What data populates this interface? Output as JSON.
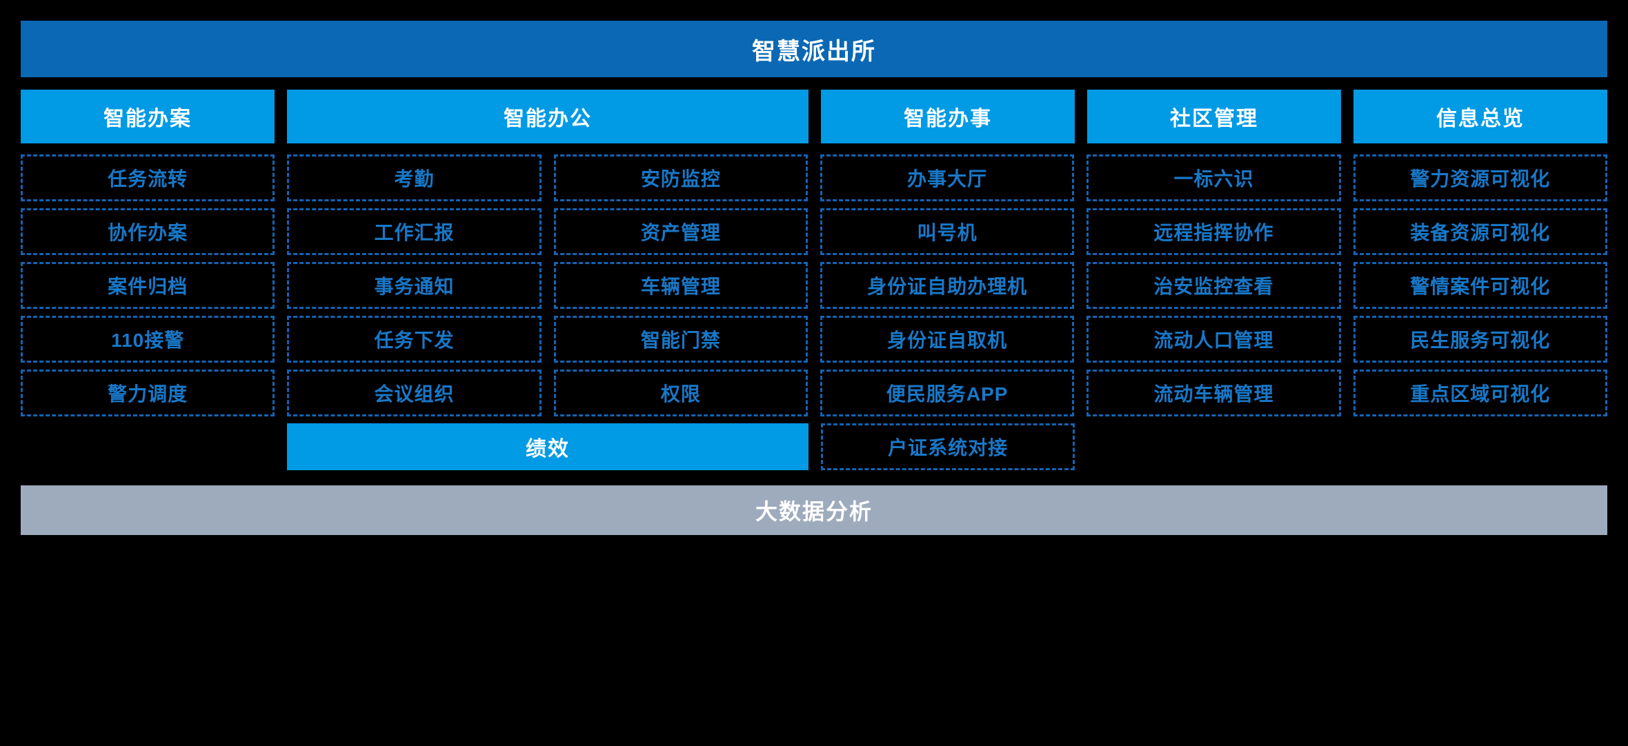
{
  "header": {
    "title": "智慧派出所",
    "title_bg": "#0a68b4",
    "title_color": "#ffffff"
  },
  "theme": {
    "background": "#000000",
    "category_bg": "#009ae5",
    "item_border": "#1464b4",
    "item_text": "#1878c8",
    "footer_bg": "#9eabbd"
  },
  "categories": [
    {
      "label": "智能办案",
      "span": 1
    },
    {
      "label": "智能办公",
      "span": 2
    },
    {
      "label": "智能办事",
      "span": 1
    },
    {
      "label": "社区管理",
      "span": 1
    },
    {
      "label": "信息总览",
      "span": 1
    }
  ],
  "columns": [
    {
      "parent": "智能办案",
      "items": [
        "任务流转",
        "协作办案",
        "案件归档",
        "110接警",
        "警力调度"
      ],
      "extra": null
    },
    {
      "parent": "智能办公",
      "items": [
        "考勤",
        "工作汇报",
        "事务通知",
        "任务下发",
        "会议组织"
      ],
      "extra": null
    },
    {
      "parent": "智能办公",
      "items": [
        "安防监控",
        "资产管理",
        "车辆管理",
        "智能门禁",
        "权限"
      ],
      "extra": null
    },
    {
      "parent": "智能办事",
      "items": [
        "办事大厅",
        "叫号机",
        "身份证自助办理机",
        "身份证自取机",
        "便民服务APP"
      ],
      "extra": {
        "label": "户证系统对接",
        "style": "dashed"
      }
    },
    {
      "parent": "社区管理",
      "items": [
        "一标六识",
        "远程指挥协作",
        "治安监控查看",
        "流动人口管理",
        "流动车辆管理"
      ],
      "extra": null
    },
    {
      "parent": "信息总览",
      "items": [
        "警力资源可视化",
        "装备资源可视化",
        "警情案件可视化",
        "民生服务可视化",
        "重点区域可视化"
      ],
      "extra": null
    }
  ],
  "extra_row": {
    "performance_label": "绩效",
    "household_label": "户证系统对接"
  },
  "footer": {
    "label": "大数据分析"
  }
}
